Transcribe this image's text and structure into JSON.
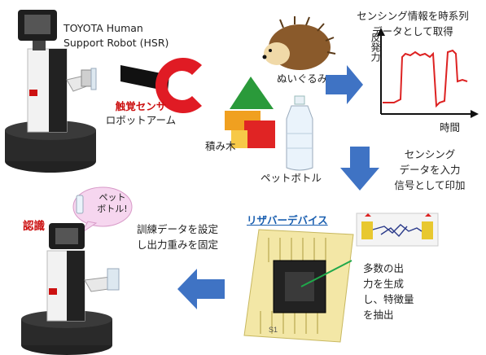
{
  "robot_label": {
    "line1": "TOYOTA Human",
    "line2": "Support Robot (HSR)"
  },
  "sensor_label": {
    "line1": "触覚センサ",
    "line2": "ロボットアーム"
  },
  "objects": {
    "stuffed_toy": "ぬいぐるみ",
    "blocks": "積み木",
    "pet_bottle": "ペットボトル"
  },
  "graph": {
    "title_line1": "センシング情報を時系列",
    "title_line2": "データとして取得",
    "ylabel": "反発力",
    "xlabel": "時間"
  },
  "step_input": {
    "line1": "センシング",
    "line2": "データを入力",
    "line3": "信号として印加"
  },
  "reservoir": {
    "title": "リザバーデバイス",
    "chip_marking": "S1"
  },
  "feature_text": {
    "line1": "多数の出",
    "line2": "力を生成",
    "line3": "し、特徴量",
    "line4": "を抽出"
  },
  "training_text": {
    "line1": "訓練データを設定",
    "line2": "し出力重みを固定"
  },
  "recognition": {
    "label": "認識",
    "bubble_line1": "ペット",
    "bubble_line2": "ボトル!"
  },
  "colors": {
    "arrow_blue": "#3f73c4",
    "accent_red": "#cc1111",
    "signal_red": "#dd2222",
    "pcb_yellow": "#f3e7a6"
  }
}
